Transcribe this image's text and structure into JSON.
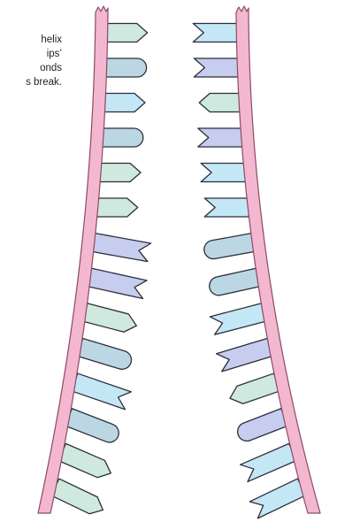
{
  "caption": {
    "lines": [
      "helix",
      "ips’",
      "onds",
      "s break."
    ]
  },
  "colors": {
    "backbone_fill": "#f3b8cf",
    "backbone_stroke": "#8a4a66",
    "outline": "#2e2e3a",
    "base_green": "#cfe9df",
    "base_blue": "#bcd7e4",
    "base_lavender": "#c6cdee",
    "base_cyan": "#c4e7f6"
  },
  "diagram": {
    "subject": "DNA double helix unzipping as hydrogen bonds break",
    "left_strand": {
      "bases": [
        {
          "shape": "arrow",
          "color": "base_green"
        },
        {
          "shape": "round",
          "color": "base_blue"
        },
        {
          "shape": "arrow",
          "color": "base_cyan"
        },
        {
          "shape": "round",
          "color": "base_blue"
        },
        {
          "shape": "arrow",
          "color": "base_green"
        },
        {
          "shape": "arrow",
          "color": "base_green"
        },
        {
          "shape": "notch",
          "color": "base_lavender"
        },
        {
          "shape": "notch",
          "color": "base_lavender"
        },
        {
          "shape": "arrow",
          "color": "base_green"
        },
        {
          "shape": "round",
          "color": "base_blue"
        },
        {
          "shape": "notch",
          "color": "base_cyan"
        },
        {
          "shape": "round",
          "color": "base_blue"
        },
        {
          "shape": "arrow",
          "color": "base_green"
        },
        {
          "shape": "arrow",
          "color": "base_green"
        }
      ]
    },
    "right_strand": {
      "bases": [
        {
          "shape": "notch",
          "color": "base_cyan"
        },
        {
          "shape": "notch",
          "color": "base_lavender"
        },
        {
          "shape": "arrow",
          "color": "base_green"
        },
        {
          "shape": "notch",
          "color": "base_lavender"
        },
        {
          "shape": "notch",
          "color": "base_cyan"
        },
        {
          "shape": "notch",
          "color": "base_cyan"
        },
        {
          "shape": "round",
          "color": "base_blue"
        },
        {
          "shape": "round",
          "color": "base_blue"
        },
        {
          "shape": "notch",
          "color": "base_cyan"
        },
        {
          "shape": "notch",
          "color": "base_lavender"
        },
        {
          "shape": "arrow",
          "color": "base_green"
        },
        {
          "shape": "round",
          "color": "base_lavender"
        },
        {
          "shape": "notch",
          "color": "base_cyan"
        },
        {
          "shape": "notch",
          "color": "base_cyan"
        }
      ]
    }
  }
}
